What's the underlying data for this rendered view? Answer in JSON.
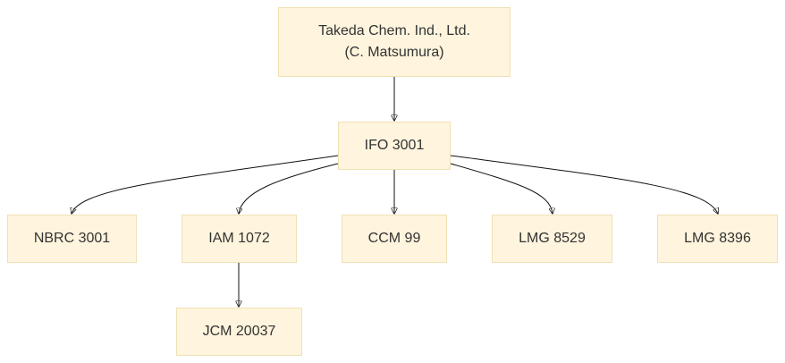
{
  "nodes": {
    "root": {
      "line1": "Takeda Chem. Ind., Ltd.",
      "line2": "(C. Matsumura)"
    },
    "ifo": {
      "label": "IFO 3001"
    },
    "nbrc": {
      "label": "NBRC 3001"
    },
    "iam": {
      "label": "IAM 1072"
    },
    "ccm": {
      "label": "CCM 99"
    },
    "lmg8529": {
      "label": "LMG 8529"
    },
    "lmg8396": {
      "label": "LMG 8396"
    },
    "jcm": {
      "label": "JCM 20037"
    }
  },
  "colors": {
    "node_fill": "#fff4dd",
    "node_border": "#f0e1b5",
    "edge": "#111111",
    "text": "#333333"
  }
}
